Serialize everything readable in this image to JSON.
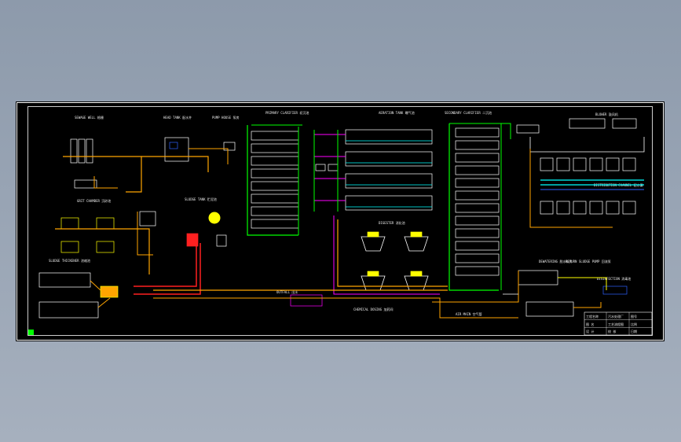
{
  "viewer": {
    "background_top": "#8d9aab",
    "background_bottom": "#a6b0be",
    "canvas_color": "#000000"
  },
  "drawing": {
    "section_labels": [
      "SEWAGE WELL 格栅",
      "HEAD TANK 配水井",
      "PUMP HOUSE 泵房",
      "PRIMARY CLARIFIER 初沉池",
      "AERATION TANK 曝气池",
      "SECONDARY CLARIFIER 二沉池",
      "BLOWER 鼓风机",
      "GRIT CHAMBER 沉砂池",
      "SLUDGE TANK 贮泥池",
      "DIGESTER 消化池",
      "SLUDGE THICKENER 浓缩池",
      "DEWATERING 脱水机房",
      "DISINFECTION 消毒池",
      "OUTFALL 出水",
      "CHEMICAL DOSING 加药间",
      "DISTRIBUTION CHANNEL 配水渠",
      "RETURN SLUDGE PUMP 回流泵",
      "AIR MAIN 空气管"
    ],
    "title_block": {
      "rows": [
        [
          "工程名称",
          "污水处理厂",
          "图号"
        ],
        [
          "图  名",
          "工艺流程图",
          "比例"
        ],
        [
          "设  计",
          "校  核",
          "日期"
        ]
      ]
    },
    "colors": {
      "frame": "#ffffff",
      "sewage_pipe": "#ffa500",
      "sludge_pipe": "#ff2020",
      "air_pipe": "#00ffff",
      "return_pipe": "#00ff00",
      "chemical_pipe": "#ff00ff",
      "equipment": "#ffffff",
      "highlight": "#ffff00",
      "blue_pipe": "#3060ff"
    }
  }
}
